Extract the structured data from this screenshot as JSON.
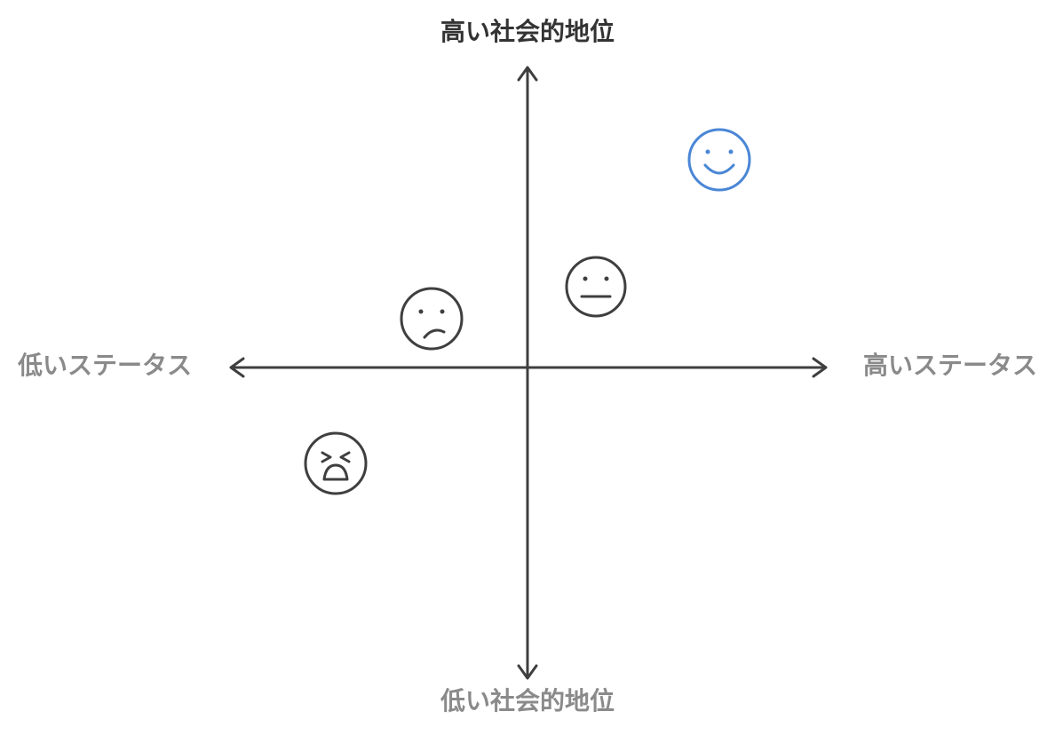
{
  "labels": {
    "top": "高い社会的地位",
    "bottom": "低い社会的地位",
    "left": "低いステータス",
    "right": "高いステータス"
  },
  "colors": {
    "axis": "#3f3f3f",
    "top_label": "#333333",
    "other_labels": "#8a8a8a",
    "happy_face": "#4a86d6",
    "neutral_faces": "#3f3f3f"
  },
  "icons": [
    "smiling-face-icon",
    "neutral-face-icon",
    "confused-face-icon",
    "distressed-face-icon"
  ]
}
